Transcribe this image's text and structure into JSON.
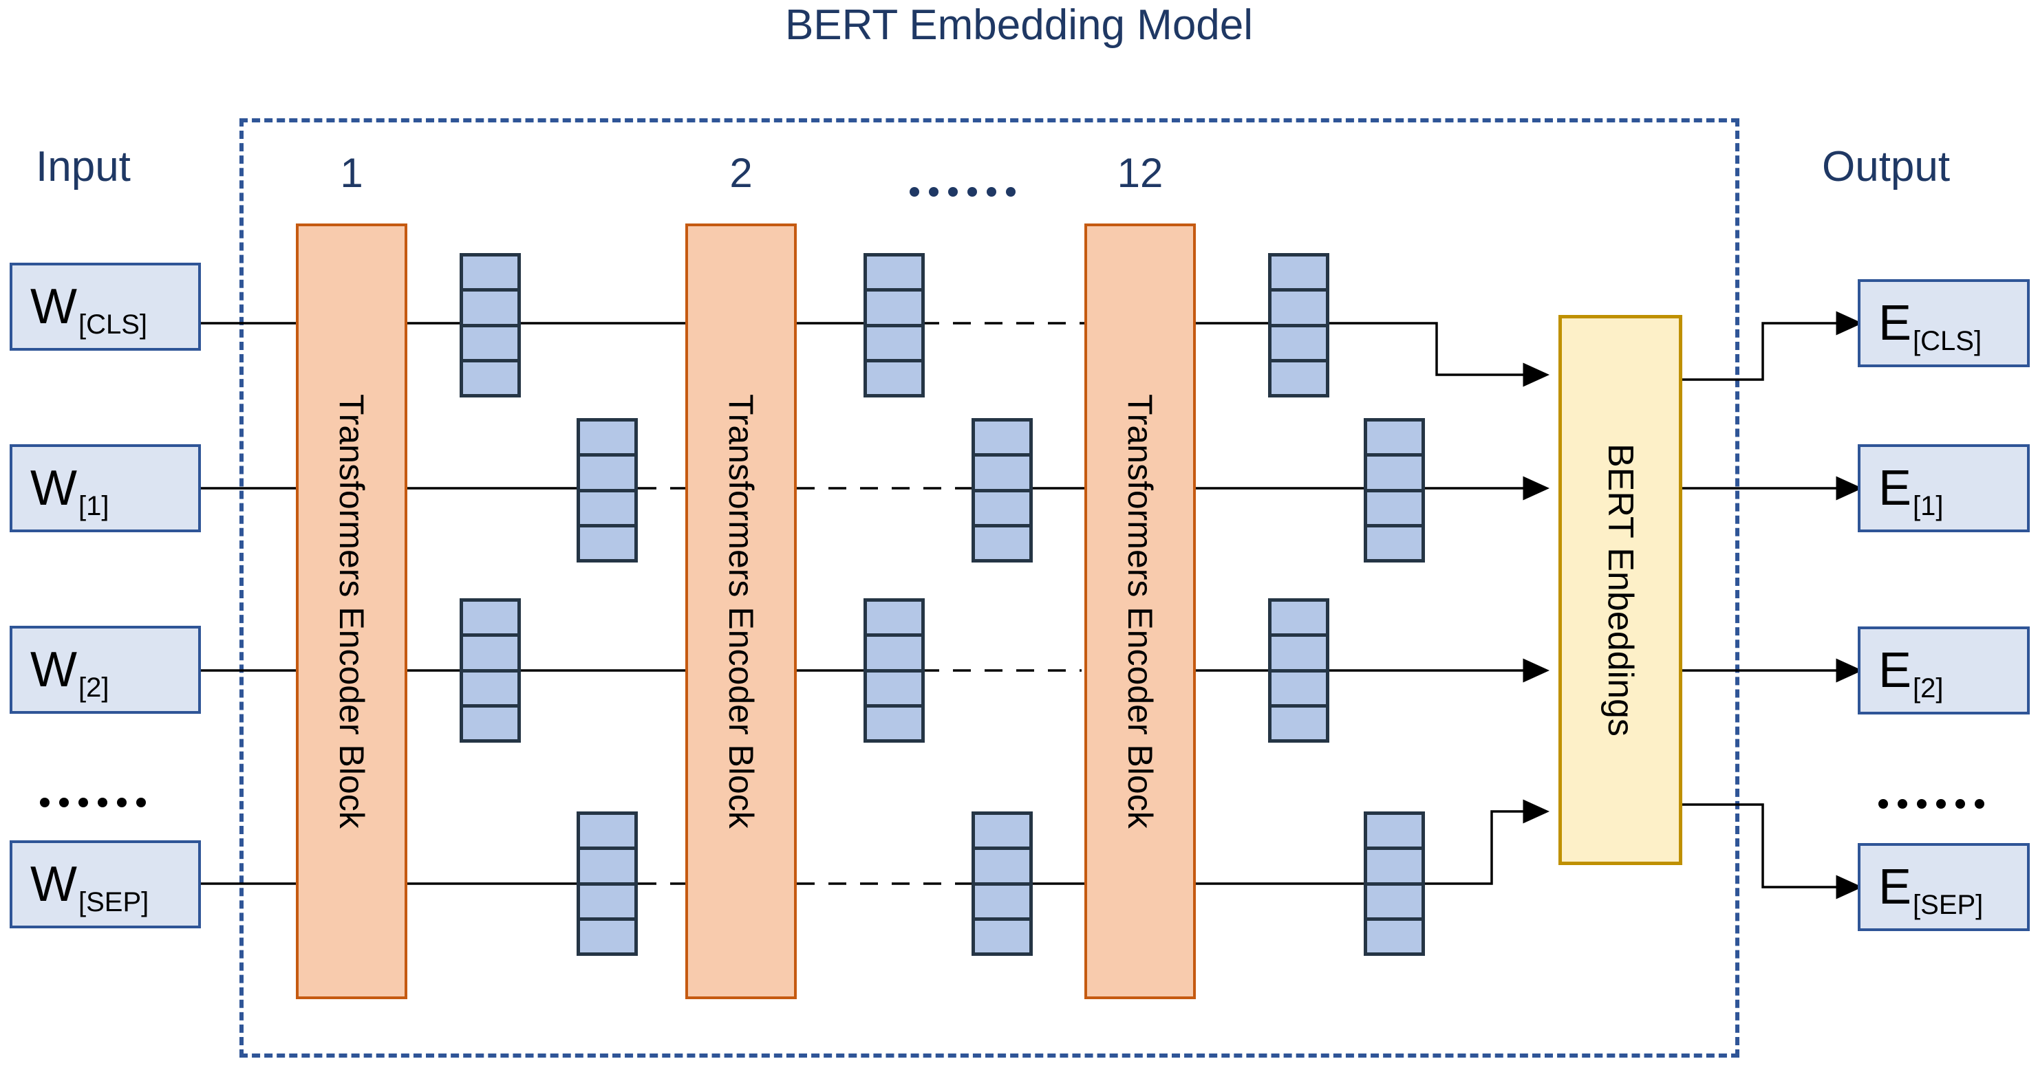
{
  "title": "BERT Embedding Model",
  "columns": {
    "input_label": "Input",
    "output_label": "Output"
  },
  "model_boundary": {
    "style": "dashed",
    "color": "#2f5597"
  },
  "colors": {
    "title_navy": "#1f3864",
    "token_fill": "#dce4f2",
    "token_border": "#2f5597",
    "encoder_fill": "#f8cbad",
    "encoder_border": "#c55a11",
    "embed_fill": "#fdf0c8",
    "embed_border": "#bf9000",
    "vector_fill": "#b4c7e7",
    "vector_border": "#253545",
    "wire": "#000000"
  },
  "input_tokens": [
    {
      "symbol": "W",
      "subscript": "[CLS]"
    },
    {
      "symbol": "W",
      "subscript": "[1]"
    },
    {
      "symbol": "W",
      "subscript": "[2]"
    },
    {
      "symbol": "W",
      "subscript": "[SEP]"
    }
  ],
  "input_ellipsis": "......",
  "output_tokens": [
    {
      "symbol": "E",
      "subscript": "[CLS]"
    },
    {
      "symbol": "E",
      "subscript": "[1]"
    },
    {
      "symbol": "E",
      "subscript": "[2]"
    },
    {
      "symbol": "E",
      "subscript": "[SEP]"
    }
  ],
  "output_ellipsis": "......",
  "encoder_layers": [
    {
      "number": "1",
      "label": "Transformers Encoder Block"
    },
    {
      "number": "2",
      "label": "Transformers Encoder Block"
    },
    {
      "number": "12",
      "label": "Transformers Encoder Block"
    }
  ],
  "layer_ellipsis": "......",
  "embeddings_block": {
    "label": "BERT Enbeddings"
  },
  "vector_stack": {
    "cells": 4,
    "columns": 4,
    "rows": 4
  }
}
